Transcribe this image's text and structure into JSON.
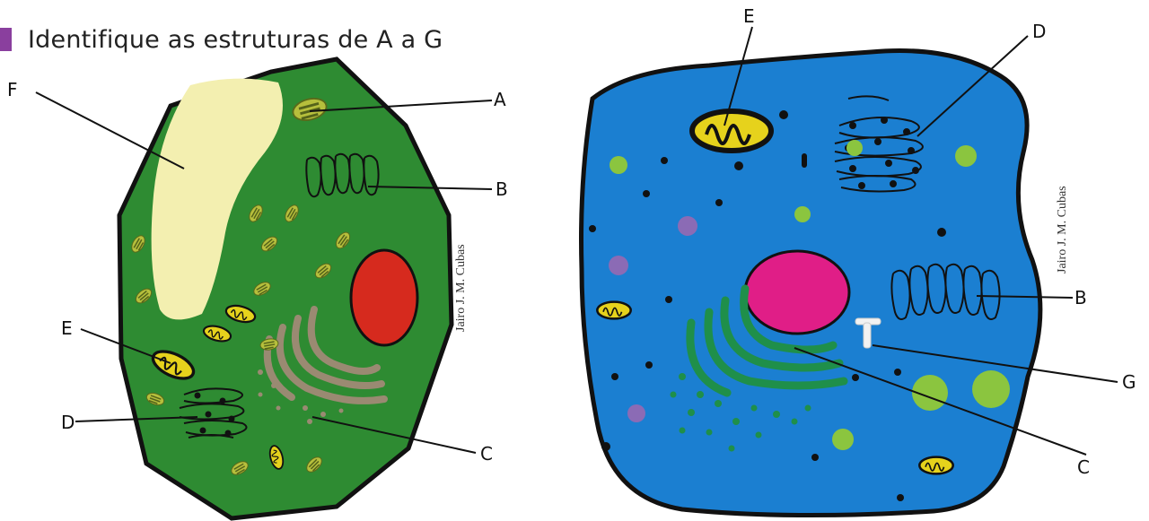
{
  "question": {
    "title": "Identifique as estruturas de A a G",
    "accent": "#8a3f9e"
  },
  "credits": {
    "plant": "Jairo J. M. Cubas",
    "animal": "Jairo J. M. Cubas"
  },
  "plant_cell": {
    "labels": {
      "A": "A",
      "B": "B",
      "C": "C",
      "D": "D",
      "E": "E",
      "F": "F"
    },
    "colors": {
      "cytoplasm": "#2e8b32",
      "vacuole": "#f3efb0",
      "nucleus": "#d62a1e",
      "golgi": "#9a8a72"
    }
  },
  "animal_cell": {
    "labels": {
      "B": "B",
      "C": "C",
      "D": "D",
      "E": "E",
      "G": "G"
    },
    "colors": {
      "cytoplasm": "#1b7fd1",
      "nucleus": "#e01e87",
      "er": "#1f8f4a",
      "mitochondria": "#f2d81a"
    }
  }
}
